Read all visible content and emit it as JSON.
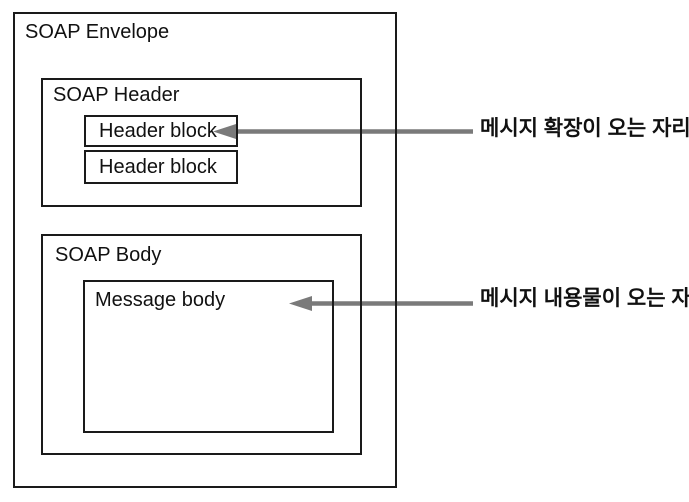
{
  "diagram": {
    "envelope": {
      "label": "SOAP Envelope"
    },
    "header": {
      "label": "SOAP Header",
      "blocks": [
        "Header block",
        "Header block"
      ]
    },
    "body": {
      "label": "SOAP Body",
      "message_label": "Message body"
    },
    "annotations": [
      {
        "label": "메시지 확장이 오는 자리",
        "target": "header-block"
      },
      {
        "label": "메시지 내용물이 오는 자리",
        "target": "message-body"
      }
    ],
    "colors": {
      "border": "#1a1a1a",
      "arrow": "#7a7a7a",
      "background": "#ffffff",
      "text": "#111111"
    }
  }
}
